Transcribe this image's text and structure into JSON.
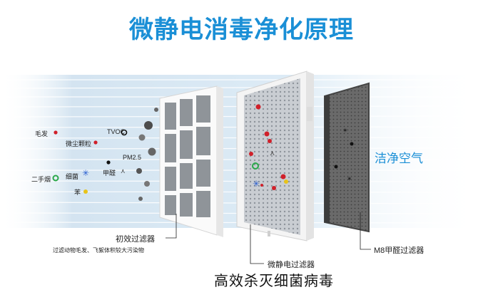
{
  "title": "微静电消毒净化原理",
  "clean_air": "洁净空气",
  "pollutants": {
    "hair": "毛发",
    "dust": "微尘颗粒",
    "tvoc": "TVOC",
    "pm25": "PM2.5",
    "smoke": "二手烟",
    "bacteria": "细菌",
    "formaldehyde": "甲醛",
    "benzene": "苯"
  },
  "filters": {
    "primary": {
      "label": "初效过滤器",
      "desc": "过滤动物毛发、飞絮体积较大污染物"
    },
    "electrostatic": {
      "label": "微静电过滤器"
    },
    "m8": {
      "label": "M8甲醛过滤器"
    }
  },
  "bottom_caption": "高效杀灭细菌病毒",
  "colors": {
    "title": "#1a8fd6",
    "flow": "#b9d7ee",
    "frame": "#ffffff",
    "mesh": "#9aa0a6",
    "carbon": "#5a5a5a",
    "red_dot": "#d0202a",
    "green_dot": "#2aa84a",
    "blue_dot": "#2a5fd0",
    "yellow_dot": "#e8c31a"
  }
}
